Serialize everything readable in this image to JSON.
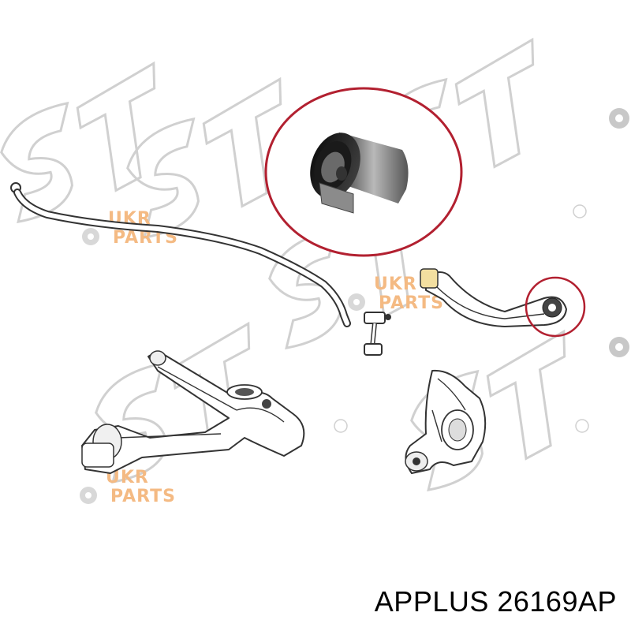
{
  "caption": "APPLUS 26169AP",
  "watermarks": [
    {
      "line1": "UKR",
      "line2": "PARTS"
    },
    {
      "line1": "UKR",
      "line2": "PARTS"
    },
    {
      "line1": "UKR",
      "line2": "PARTS"
    }
  ],
  "colors": {
    "highlight_ring": "#b22030",
    "watermark": "#f4ba83",
    "logo": "#d0d0d0",
    "background": "#ffffff"
  },
  "icons": [
    "gear-icon",
    "registered-icon"
  ]
}
